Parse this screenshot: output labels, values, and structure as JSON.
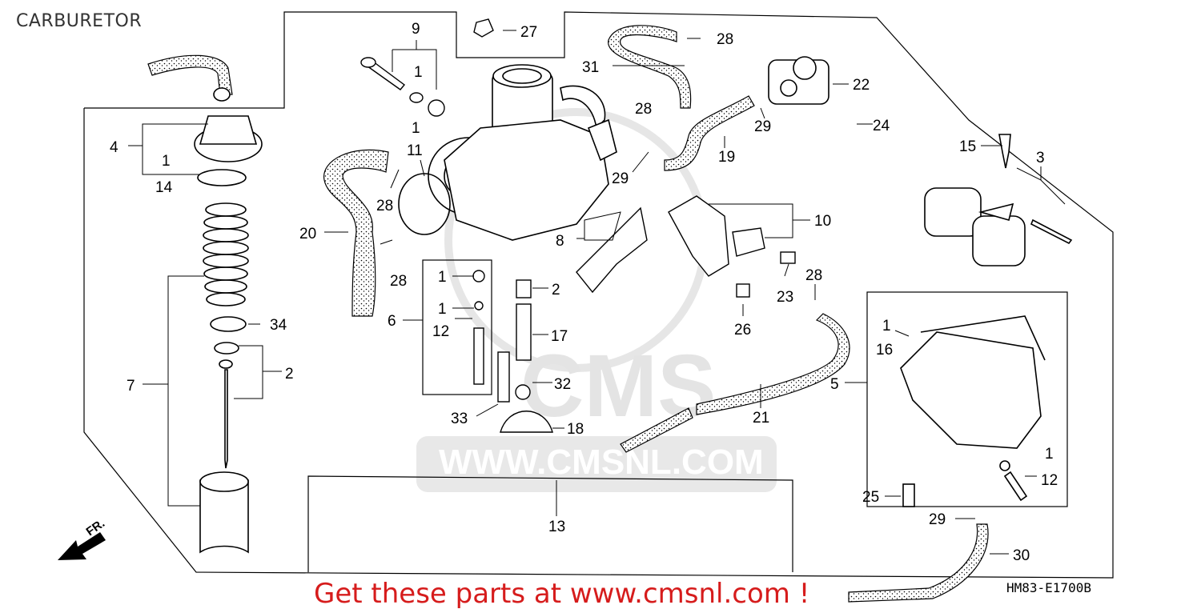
{
  "title": "CARBURETOR",
  "footer_link_text": "Get these parts at www.cmsnl.com !",
  "diagram_code": "HM83-E1700B",
  "watermark": {
    "logo": "CMS",
    "url": "WWW.CMSNL.COM"
  },
  "direction_label": "FR.",
  "colors": {
    "title": "#333333",
    "footer": "#d61c1c",
    "lines": "#000000",
    "watermark": "#e3e3e3"
  },
  "callouts": [
    {
      "id": "c9",
      "text": "9"
    },
    {
      "id": "c27",
      "text": "27"
    },
    {
      "id": "c28a",
      "text": "28"
    },
    {
      "id": "c1a",
      "text": "1"
    },
    {
      "id": "c31",
      "text": "31"
    },
    {
      "id": "c22",
      "text": "22"
    },
    {
      "id": "c28b",
      "text": "28"
    },
    {
      "id": "c1b",
      "text": "1"
    },
    {
      "id": "c29a",
      "text": "29"
    },
    {
      "id": "c24",
      "text": "24"
    },
    {
      "id": "c4",
      "text": "4"
    },
    {
      "id": "c11",
      "text": "11"
    },
    {
      "id": "c19",
      "text": "19"
    },
    {
      "id": "c15",
      "text": "15"
    },
    {
      "id": "c3",
      "text": "3"
    },
    {
      "id": "c1c",
      "text": "1"
    },
    {
      "id": "c14",
      "text": "14"
    },
    {
      "id": "c29b",
      "text": "29"
    },
    {
      "id": "c28c",
      "text": "28"
    },
    {
      "id": "c10",
      "text": "10"
    },
    {
      "id": "c20",
      "text": "20"
    },
    {
      "id": "c8",
      "text": "8"
    },
    {
      "id": "c28d",
      "text": "28"
    },
    {
      "id": "c28e",
      "text": "28"
    },
    {
      "id": "c1d",
      "text": "1"
    },
    {
      "id": "c2a",
      "text": "2"
    },
    {
      "id": "c23",
      "text": "23"
    },
    {
      "id": "c1e",
      "text": "1"
    },
    {
      "id": "c6",
      "text": "6"
    },
    {
      "id": "c34",
      "text": "34"
    },
    {
      "id": "c12a",
      "text": "12"
    },
    {
      "id": "c17",
      "text": "17"
    },
    {
      "id": "c26",
      "text": "26"
    },
    {
      "id": "c1f",
      "text": "1"
    },
    {
      "id": "c16",
      "text": "16"
    },
    {
      "id": "c2b",
      "text": "2"
    },
    {
      "id": "c7",
      "text": "7"
    },
    {
      "id": "c32",
      "text": "32"
    },
    {
      "id": "c5",
      "text": "5"
    },
    {
      "id": "c33",
      "text": "33"
    },
    {
      "id": "c21",
      "text": "21"
    },
    {
      "id": "c18",
      "text": "18"
    },
    {
      "id": "c1g",
      "text": "1"
    },
    {
      "id": "c12b",
      "text": "12"
    },
    {
      "id": "c25",
      "text": "25"
    },
    {
      "id": "c13",
      "text": "13"
    },
    {
      "id": "c29c",
      "text": "29"
    },
    {
      "id": "c30",
      "text": "30"
    }
  ]
}
